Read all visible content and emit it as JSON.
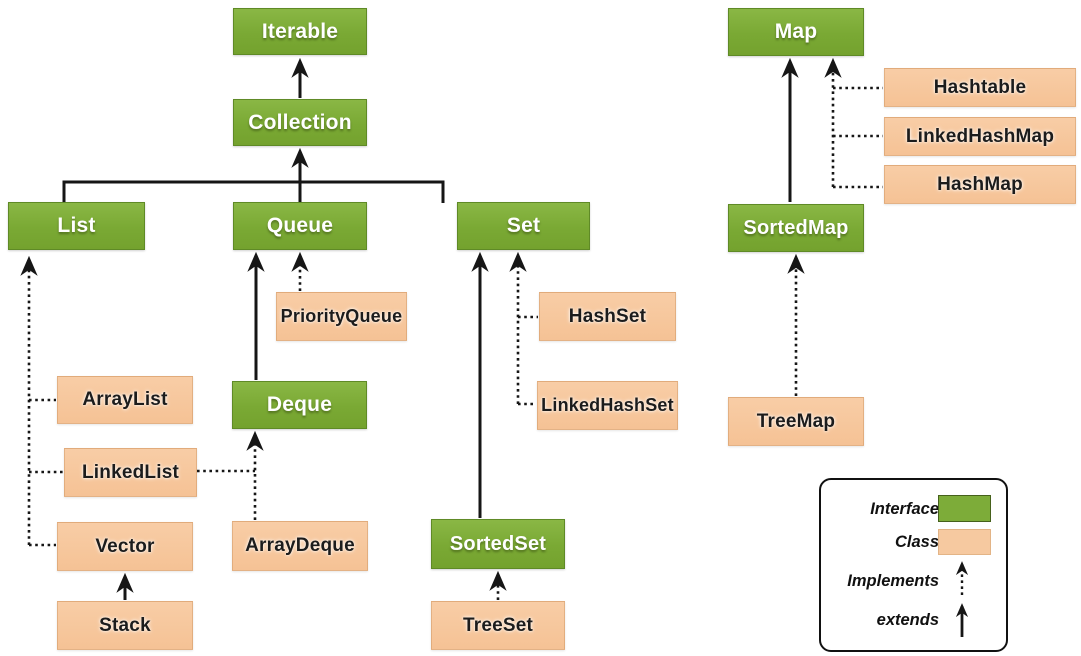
{
  "title": "Java Collections Framework hierarchy diagram",
  "colors": {
    "interface_green": "#7aa934",
    "class_orange": "#f5c295",
    "arrow_black": "#161616",
    "background": "#ffffff"
  },
  "nodes": {
    "iterable": {
      "label": "Iterable",
      "kind": "interface"
    },
    "collection": {
      "label": "Collection",
      "kind": "interface"
    },
    "list": {
      "label": "List",
      "kind": "interface"
    },
    "queue": {
      "label": "Queue",
      "kind": "interface"
    },
    "set": {
      "label": "Set",
      "kind": "interface"
    },
    "deque": {
      "label": "Deque",
      "kind": "interface"
    },
    "sortedset": {
      "label": "SortedSet",
      "kind": "interface"
    },
    "map": {
      "label": "Map",
      "kind": "interface"
    },
    "sortedmap": {
      "label": "SortedMap",
      "kind": "interface"
    },
    "priorityqueue": {
      "label": "PriorityQueue",
      "kind": "class"
    },
    "arraylist": {
      "label": "ArrayList",
      "kind": "class"
    },
    "linkedlist": {
      "label": "LinkedList",
      "kind": "class"
    },
    "vector": {
      "label": "Vector",
      "kind": "class"
    },
    "stack": {
      "label": "Stack",
      "kind": "class"
    },
    "arraydeque": {
      "label": "ArrayDeque",
      "kind": "class"
    },
    "hashset": {
      "label": "HashSet",
      "kind": "class"
    },
    "linkedhashset": {
      "label": "LinkedHashSet",
      "kind": "class"
    },
    "treeset": {
      "label": "TreeSet",
      "kind": "class"
    },
    "hashtable": {
      "label": "Hashtable",
      "kind": "class"
    },
    "linkedhashmap": {
      "label": "LinkedHashMap",
      "kind": "class"
    },
    "hashmap": {
      "label": "HashMap",
      "kind": "class"
    },
    "treemap": {
      "label": "TreeMap",
      "kind": "class"
    }
  },
  "edges": [
    {
      "from": "Collection",
      "to": "Iterable",
      "type": "extends"
    },
    {
      "from": "List",
      "to": "Collection",
      "type": "extends"
    },
    {
      "from": "Queue",
      "to": "Collection",
      "type": "extends"
    },
    {
      "from": "Set",
      "to": "Collection",
      "type": "extends"
    },
    {
      "from": "ArrayList",
      "to": "List",
      "type": "implements"
    },
    {
      "from": "LinkedList",
      "to": "List",
      "type": "implements"
    },
    {
      "from": "Vector",
      "to": "List",
      "type": "implements"
    },
    {
      "from": "Stack",
      "to": "Vector",
      "type": "extends"
    },
    {
      "from": "PriorityQueue",
      "to": "Queue",
      "type": "implements"
    },
    {
      "from": "Deque",
      "to": "Queue",
      "type": "extends"
    },
    {
      "from": "LinkedList",
      "to": "Deque",
      "type": "implements"
    },
    {
      "from": "ArrayDeque",
      "to": "Deque",
      "type": "implements"
    },
    {
      "from": "HashSet",
      "to": "Set",
      "type": "implements"
    },
    {
      "from": "LinkedHashSet",
      "to": "Set",
      "type": "implements"
    },
    {
      "from": "SortedSet",
      "to": "Set",
      "type": "extends"
    },
    {
      "from": "TreeSet",
      "to": "SortedSet",
      "type": "implements"
    },
    {
      "from": "SortedMap",
      "to": "Map",
      "type": "extends"
    },
    {
      "from": "Hashtable",
      "to": "Map",
      "type": "implements"
    },
    {
      "from": "LinkedHashMap",
      "to": "Map",
      "type": "implements"
    },
    {
      "from": "HashMap",
      "to": "Map",
      "type": "implements"
    },
    {
      "from": "TreeMap",
      "to": "SortedMap",
      "type": "implements"
    }
  ],
  "legend": {
    "interface_label": "Interface",
    "class_label": "Class",
    "implements_label": "Implements",
    "extends_label": "extends"
  }
}
